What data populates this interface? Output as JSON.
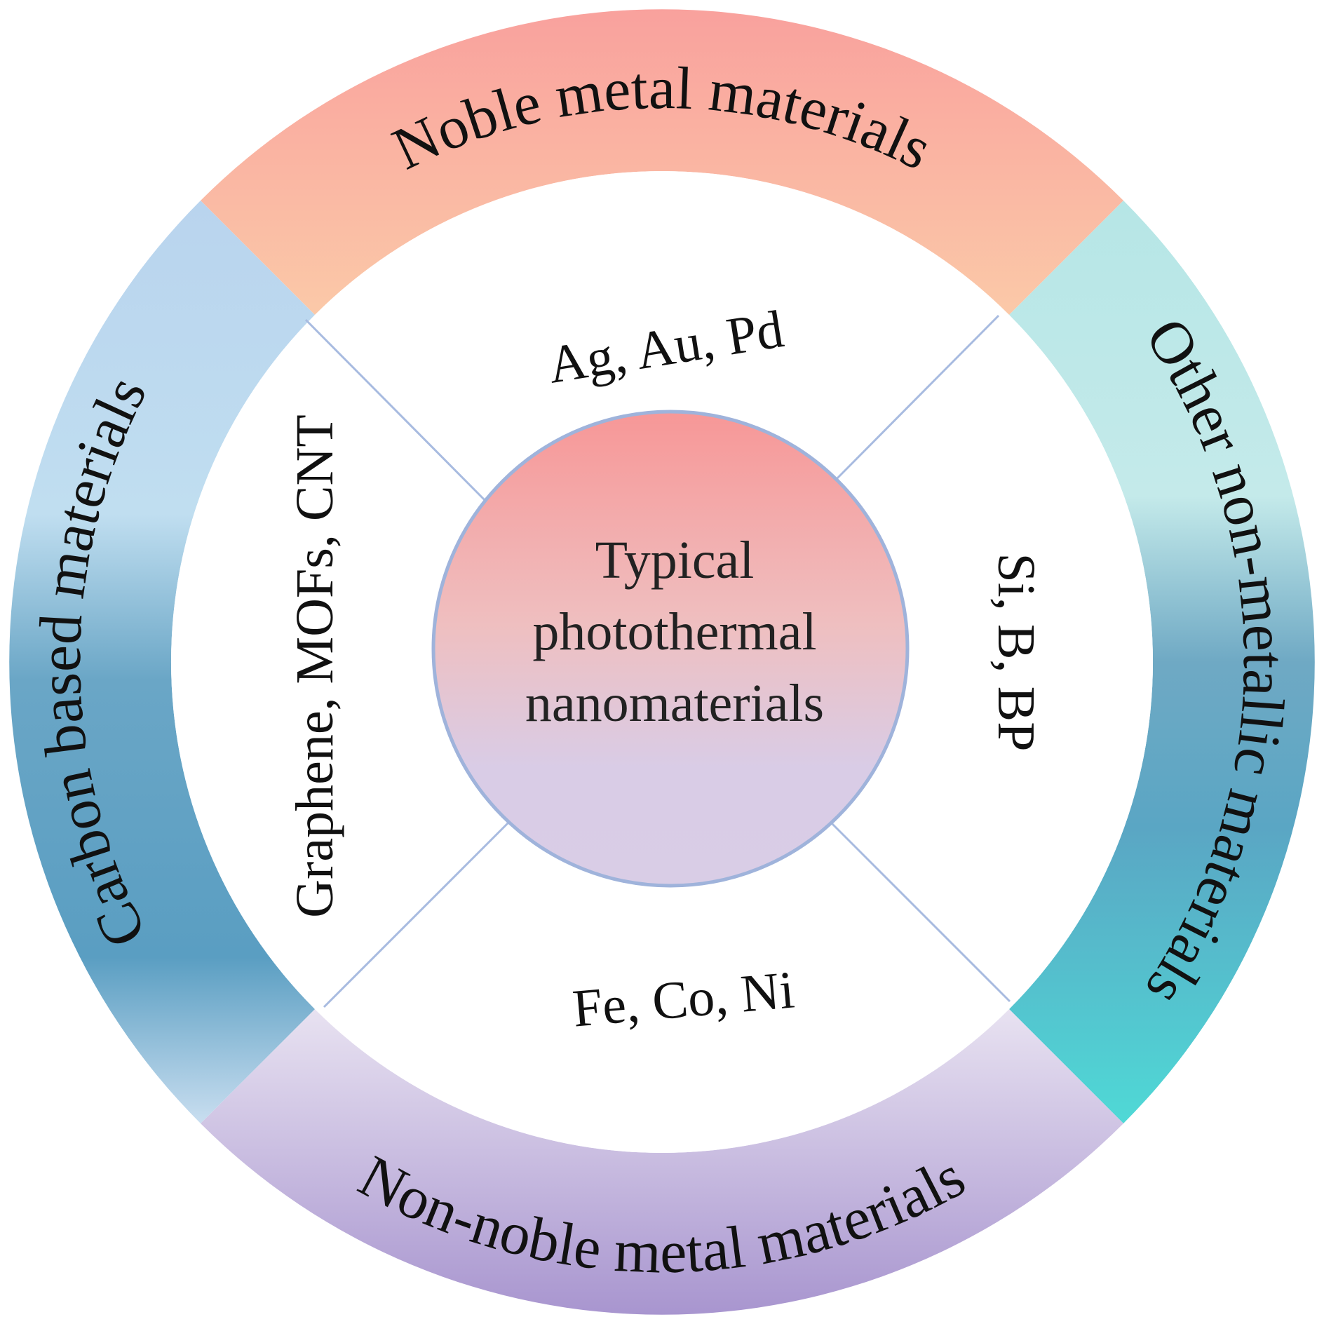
{
  "center": {
    "lines": [
      "Typical",
      "photothermal",
      "nanomaterials"
    ]
  },
  "segments": {
    "top": {
      "category": "Noble metal materials",
      "examples": "Ag, Au, Pd",
      "colors": [
        "#f9a39e",
        "#fbc9a9"
      ]
    },
    "right": {
      "category": "Other non-metallic materials",
      "examples": "Si, B, BP",
      "colors": [
        "#bfeaea",
        "#6aaac4",
        "#52d6d4"
      ]
    },
    "bottom": {
      "category": "Non-noble metal materials",
      "examples": "Fe, Co, Ni",
      "colors": [
        "#e4ddef",
        "#a895cf"
      ]
    },
    "left": {
      "category": "Carbon based materials",
      "examples": "Graphene, MOFs, CNT",
      "colors": [
        "#bcd7ee",
        "#62a4c6",
        "#5e9ec2"
      ]
    }
  },
  "colors": {
    "divider": "#9fb3db",
    "center_border": "#9fb3db",
    "center_top": "#f79a9a",
    "center_bottom": "#d8cce6"
  }
}
